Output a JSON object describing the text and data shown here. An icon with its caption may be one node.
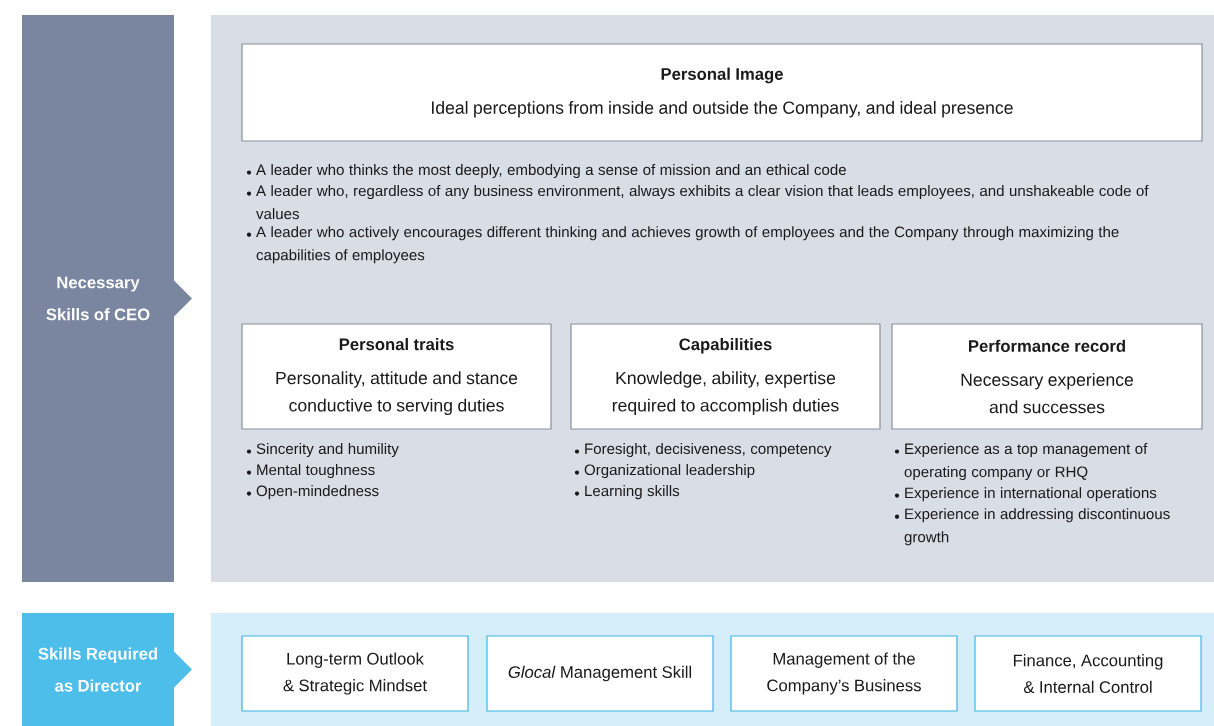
{
  "diagram": {
    "nodes": [
      {
        "text": [
          "Necessary Skills of CEO"
        ]
      },
      {
        "text": [],
        "shape": "box"
      },
      {
        "text": [
          "Personal Image",
          "Ideal perceptions from inside and outside the Company, and ideal presence"
        ],
        "in": 1,
        "beside": [
          "A leader who thinks the most deeply, embodying a sense of mission and an ethical code",
          "A leader who, regardless of any business environment, always exhibits a clear vision that leads employees, and unshakeable code of values",
          "A leader who actively encourages different thinking and achieves growth of employees and the Company through maximizing the capabilities of employees"
        ]
      },
      {
        "text": [
          "Personal traits",
          "Personality, attitude and stance conductive to serving duties"
        ],
        "in": 1,
        "beside": [
          "Sincerity and humility",
          "Mental toughness",
          "Open-mindedness"
        ]
      },
      {
        "text": [
          "Capabilities",
          "Knowledge, ability, expertise required to accomplish duties"
        ],
        "in": 1,
        "beside": [
          "Foresight, decisiveness, competency",
          "Organizational leadership",
          "Learning skills"
        ]
      },
      {
        "text": [
          "Performance record",
          "Necessary experience and successes"
        ],
        "in": 1,
        "beside": [
          "Experience as a top management of operating company or RHQ",
          "Experience in international operations",
          "Experience in addressing discontinuous growth"
        ]
      },
      {
        "text": [
          "Skills Required as Director"
        ]
      },
      {
        "text": [],
        "shape": "box"
      },
      {
        "text": [
          "Long-term Outlook & Strategic Mindset"
        ],
        "in": 7
      },
      {
        "text": [
          "*Glocal* Management Skill"
        ],
        "in": 7
      },
      {
        "text": [
          "Management of the Company’s Business"
        ],
        "in": 7
      },
      {
        "text": [
          "Finance, Accounting & Internal Control"
        ],
        "in": 7
      }
    ]
  }
}
